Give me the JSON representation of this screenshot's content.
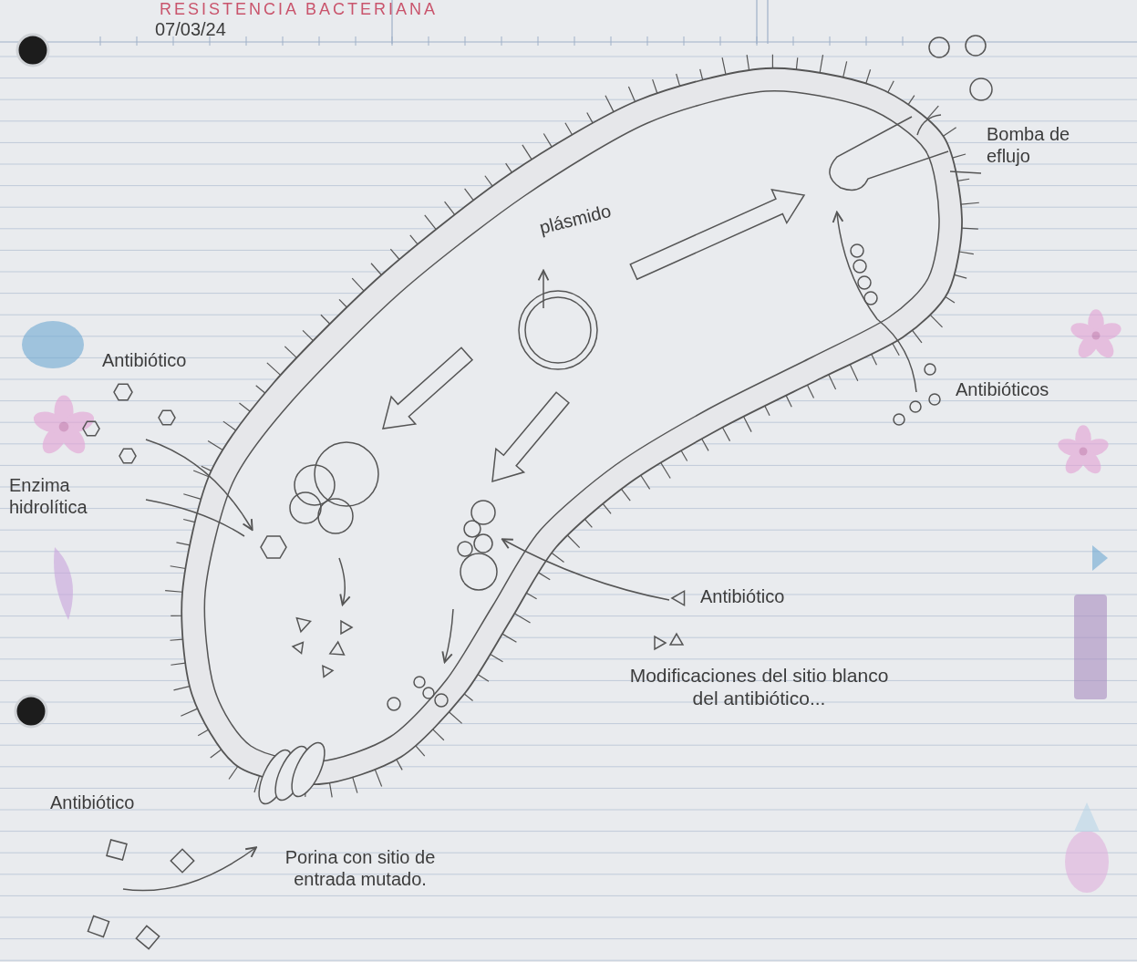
{
  "diagram": {
    "title": "RESISTENCIA BACTERIANA",
    "labels": [
      "07/03/24",
      "Bomba de eflujo",
      "plásmido",
      "Antibiótico",
      "Enzima hidrolítica",
      "Antibióticos",
      "Antibiótico",
      "Modificaciones del sitio blanco del antibiótico...",
      "Antibiótico",
      "Porina con sitio de entrada mutado."
    ]
  }
}
